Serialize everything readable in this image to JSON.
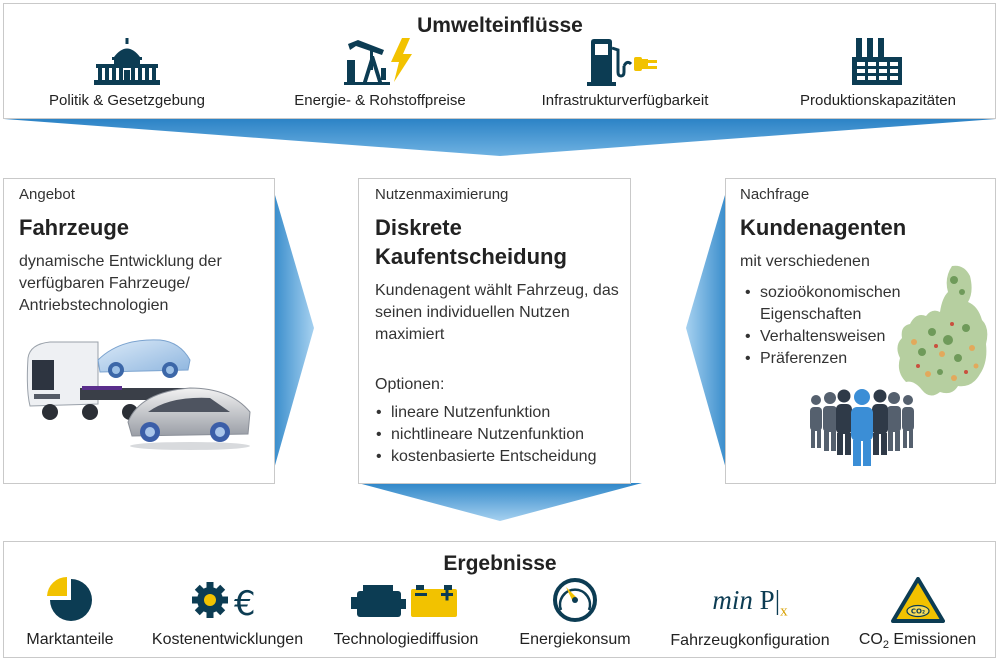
{
  "environment": {
    "title": "Umwelteinflüsse",
    "items": [
      {
        "label": "Politik & Gesetzgebung",
        "icon": "capitol-building-icon"
      },
      {
        "label": "Energie- & Rohstoffpreise",
        "icon": "oil-pump-lightning-icon"
      },
      {
        "label": "Infrastrukturverfügbarkeit",
        "icon": "fuel-pump-plug-icon"
      },
      {
        "label": "Produktionskapazitäten",
        "icon": "factory-icon"
      }
    ]
  },
  "supply": {
    "category": "Angebot",
    "title": "Fahrzeuge",
    "text": "dynamische Entwicklung der verfügbaren Fahrzeuge/ Antriebstechnologien"
  },
  "decision": {
    "category": "Nutzenmaximierung",
    "title_line1": "Diskrete",
    "title_line2": "Kaufentscheidung",
    "text": "Kundenagent wählt Fahrzeug, das seinen individuellen Nutzen maximiert",
    "options_label": "Optionen:",
    "options": [
      "lineare Nutzenfunktion",
      "nichtlineare Nutzenfunktion",
      "kostenbasierte Entscheidung"
    ]
  },
  "demand": {
    "category": "Nachfrage",
    "title": "Kundenagenten",
    "text": "mit verschiedenen",
    "items": [
      "sozioökonomischen Eigenschaften",
      "Verhaltensweisen",
      "Präferenzen"
    ]
  },
  "results": {
    "title": "Ergebnisse",
    "items": [
      {
        "label": "Marktanteile",
        "icon": "pie-chart-icon"
      },
      {
        "label": "Kostenentwicklungen",
        "icon": "gear-euro-icon"
      },
      {
        "label": "Technologiediffusion",
        "icon": "engine-battery-icon"
      },
      {
        "label": "Energiekonsum",
        "icon": "gauge-icon"
      },
      {
        "label": "Fahrzeugkonfiguration",
        "formula_min": "min",
        "formula_p": "P",
        "formula_sub": "x"
      },
      {
        "label_prefix": "CO",
        "label_sub": "2",
        "label_suffix": " Emissionen",
        "icon_text": "CO₂",
        "icon": "warning-co2-icon"
      }
    ]
  },
  "colors": {
    "dark_teal": "#0c3c53",
    "accent_yellow": "#f2c200",
    "arrow_blue": "#2e86c8",
    "arrow_light": "#8cc3e8",
    "person_blue": "#3b8ed6",
    "person_grey": "#55606e"
  }
}
